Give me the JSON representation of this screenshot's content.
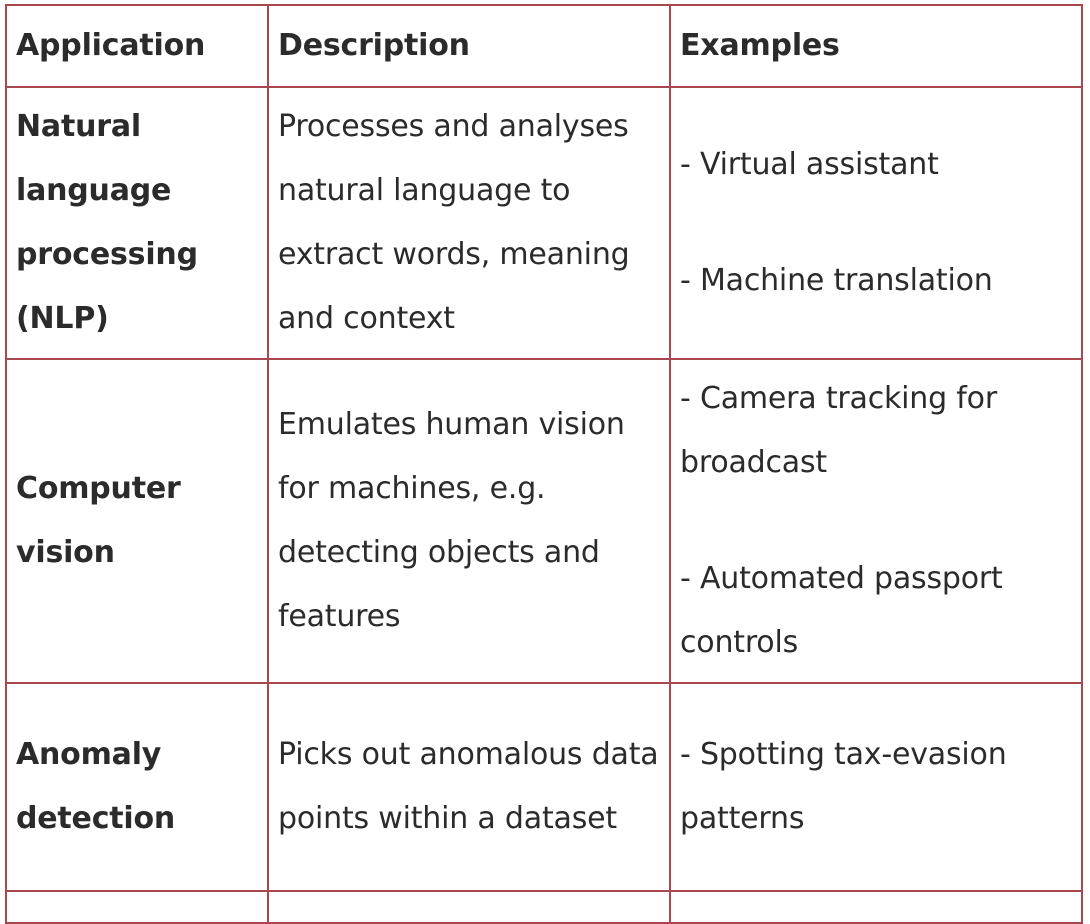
{
  "table": {
    "headers": [
      "Application",
      "Description",
      "Examples"
    ],
    "rows": [
      {
        "application": "Natural language processing (NLP)",
        "description": "Processes and analyses natural language to extract words, meaning and context",
        "examples": [
          "- Virtual assistant",
          "- Machine translation"
        ]
      },
      {
        "application": "Computer vision",
        "description": "Emulates human vision for machines, e.g. detecting objects and features",
        "examples": [
          "- Camera tracking for broadcast",
          "- Automated passport controls"
        ]
      },
      {
        "application": "Anomaly detection",
        "description": "Picks out anomalous data points within a dataset",
        "examples": [
          "- Spotting tax-evasion patterns"
        ]
      }
    ]
  },
  "colors": {
    "border": "#a8474e",
    "text": "#2b2b2b",
    "background": "#ffffff"
  }
}
